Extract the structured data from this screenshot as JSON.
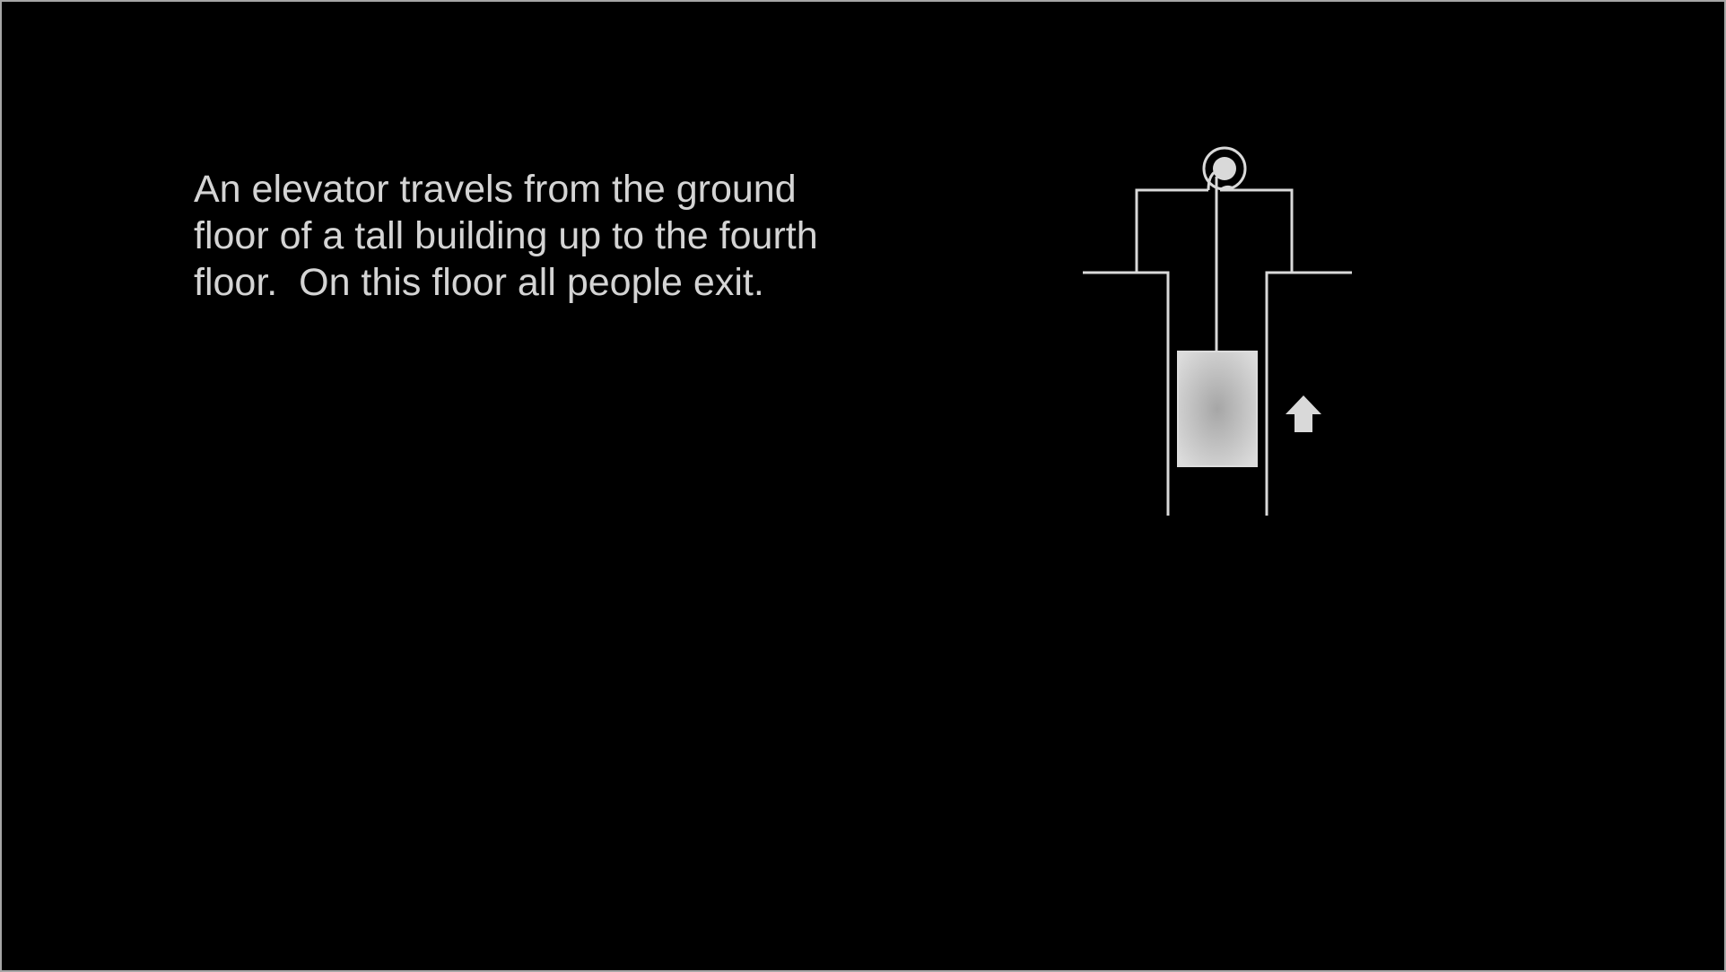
{
  "slide": {
    "background_color": "#000000",
    "border_color": "#a6a6a6",
    "text_color": "#d4d4d4",
    "problem_lines": [
      "An elevator travels from the ground",
      "floor of a tall building up to the fourth",
      "floor.  On this floor all people exit."
    ]
  },
  "diagram": {
    "line_color": "#d9d9d9",
    "car_fill_center": "#a6a6a6",
    "car_fill_edge": "#dcdcdc",
    "direction": "up",
    "icons": [
      "pulley-icon",
      "arrow-up-icon"
    ]
  }
}
